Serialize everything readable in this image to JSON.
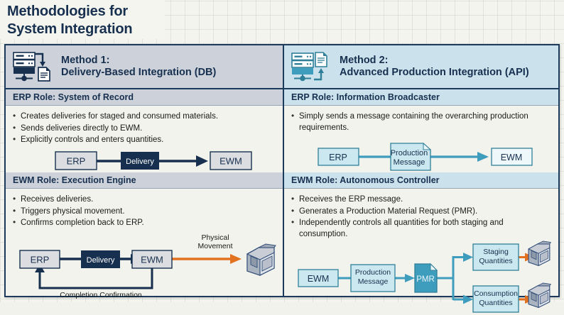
{
  "title": {
    "line1": "Methodologies for",
    "line2": "System Integration"
  },
  "colors": {
    "navy": "#17304f",
    "panel_border": "#1b3a5c",
    "db_band": "#ccd1da",
    "api_band": "#cbe2ec",
    "teal": "#3e9cbd",
    "teal_light": "#cbe7ef",
    "orange": "#e2721f",
    "paper": "#f3f3ed",
    "grey_box": "#dcdde0"
  },
  "methods": [
    {
      "id": "method-1",
      "icon": "server-download-document-icon",
      "header_line1": "Method 1:",
      "header_line2": "Delivery-Based Integration (DB)",
      "sections": [
        {
          "id": "erp-role",
          "band": "ERP Role: System of Record",
          "bullets": [
            "Creates deliveries for staged and consumed materials.",
            "Sends deliveries directly to EWM.",
            "Explicitly controls and enters quantities."
          ],
          "flow": {
            "nodes": [
              {
                "id": "erp",
                "label": "ERP",
                "style": "grey"
              },
              {
                "id": "delivery",
                "label": "Delivery",
                "style": "navy"
              },
              {
                "id": "ewm",
                "label": "EWM",
                "style": "grey"
              }
            ],
            "edges": [
              {
                "from": "erp",
                "to": "ewm",
                "via": "delivery",
                "color": "#17304f"
              }
            ]
          }
        },
        {
          "id": "ewm-role",
          "band": "EWM Role: Execution Engine",
          "bullets": [
            "Receives deliveries.",
            "Triggers physical movement.",
            "Confirms completion back to ERP."
          ],
          "flow": {
            "nodes": [
              {
                "id": "erp",
                "label": "ERP",
                "style": "grey"
              },
              {
                "id": "delivery",
                "label": "Delivery",
                "style": "navy"
              },
              {
                "id": "ewm",
                "label": "EWM",
                "style": "grey"
              },
              {
                "id": "machine",
                "label": "",
                "style": "machine-icon"
              }
            ],
            "edge_labels": {
              "physical_movement_line1": "Physical",
              "physical_movement_line2": "Movement",
              "completion": "Completion Confirmation"
            }
          }
        }
      ]
    },
    {
      "id": "method-2",
      "icon": "server-upload-document-icon",
      "header_line1": "Method 2:",
      "header_line2": "Advanced Production Integration (API)",
      "sections": [
        {
          "id": "erp-role",
          "band": "ERP Role: Information Broadcaster",
          "bullets": [
            "Simply sends a message containing the overarching production requirements."
          ],
          "flow": {
            "nodes": [
              {
                "id": "erp",
                "label": "ERP",
                "style": "teal-light"
              },
              {
                "id": "prodmsg",
                "label_line1": "Production",
                "label_line2": "Message",
                "style": "teal-light-doc"
              },
              {
                "id": "ewm",
                "label": "EWM",
                "style": "teal-light"
              }
            ]
          }
        },
        {
          "id": "ewm-role",
          "band": "EWM Role: Autonomous Controller",
          "bullets": [
            "Receives the ERP message.",
            "Generates a Production Material Request (PMR).",
            "Independently controls all quantities for both staging and consumption."
          ],
          "flow": {
            "nodes": [
              {
                "id": "ewm",
                "label": "EWM",
                "style": "teal-light"
              },
              {
                "id": "prodmsg",
                "label_line1": "Production",
                "label_line2": "Message",
                "style": "teal-light"
              },
              {
                "id": "pmr",
                "label": "PMR",
                "style": "teal-doc"
              },
              {
                "id": "staging",
                "label_line1": "Staging",
                "label_line2": "Quantities",
                "style": "teal-light"
              },
              {
                "id": "consumption",
                "label_line1": "Consumption",
                "label_line2": "Quantities",
                "style": "teal-light"
              },
              {
                "id": "machine-top",
                "label": "",
                "style": "machine-icon"
              },
              {
                "id": "machine-bottom",
                "label": "",
                "style": "machine-icon"
              }
            ]
          }
        }
      ]
    }
  ]
}
